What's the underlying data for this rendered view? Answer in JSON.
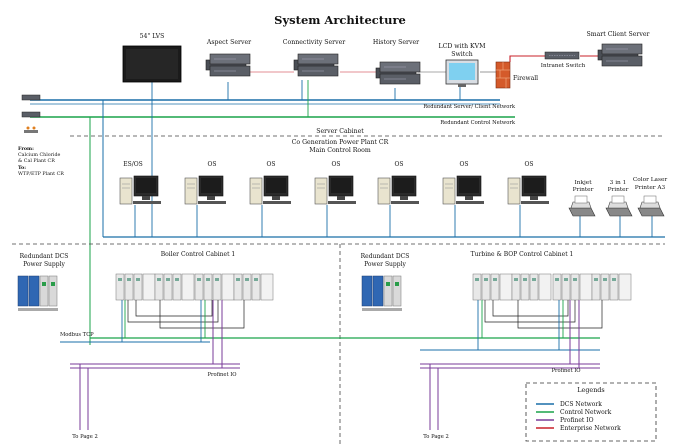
{
  "title": "System Architecture",
  "devices": {
    "lvs": "54\" LVS",
    "aspect_server": "Aspect Server",
    "connectivity_server": "Connectivity Server",
    "history_server": "History Server",
    "lcd_kvm_line1": "LCD with KVM",
    "lcd_kvm_line2": "Switch",
    "smart_client_server": "Smart Client Server",
    "intranet_switch": "Intranet Switch",
    "firewall": "Firewall"
  },
  "network_labels": {
    "redundant_server_client": "Redundant Server/ Client Network",
    "redundant_control": "Redundant Control Network"
  },
  "server_cabinet": "Server Cabinet",
  "control_room": {
    "line1": "Co Generation Power Plant CR",
    "line2": "Main Control Room"
  },
  "workstations": [
    "ES/OS",
    "OS",
    "OS",
    "OS",
    "OS",
    "OS",
    "OS"
  ],
  "printers": {
    "inkjet": [
      "Inkjet",
      "Printer"
    ],
    "three_in_one": [
      "3 in 1",
      "Printer"
    ],
    "color_laser": [
      "Color Laser",
      "Printer A3"
    ]
  },
  "left_note": {
    "from_label": "From:",
    "from_lines": [
      "Calcium Chloride",
      "& Cal Plant CR"
    ],
    "to_label": "To:",
    "to_lines": [
      "WTP/ETP Plant CR"
    ]
  },
  "left_psu": [
    "Redundant DCS",
    "Power Supply"
  ],
  "right_psu": [
    "Redundant DCS",
    "Power Supply"
  ],
  "boiler_cabinet": "Boiler Control Cabinet 1",
  "turbine_cabinet": "Turbine & BOP Control Cabinet 1",
  "modbus": "Modbus TCP",
  "profinet_left": "Profinet IO",
  "profinet_right": "Profinet IO",
  "to_page_left": "To Page 2",
  "to_page_right": "To Page 2",
  "legend": {
    "title": "Legends",
    "items": [
      {
        "label": "DCS Network",
        "color": "#1a6fa8"
      },
      {
        "label": "Control Network",
        "color": "#1aa34a"
      },
      {
        "label": "Profinet IO",
        "color": "#7a3b9a"
      },
      {
        "label": "Enterprise Network",
        "color": "#c8202a"
      }
    ]
  },
  "colors": {
    "dcs": "#1a6fa8",
    "control": "#1aa34a",
    "profinet": "#7a3b9a",
    "enterprise": "#c8202a"
  }
}
